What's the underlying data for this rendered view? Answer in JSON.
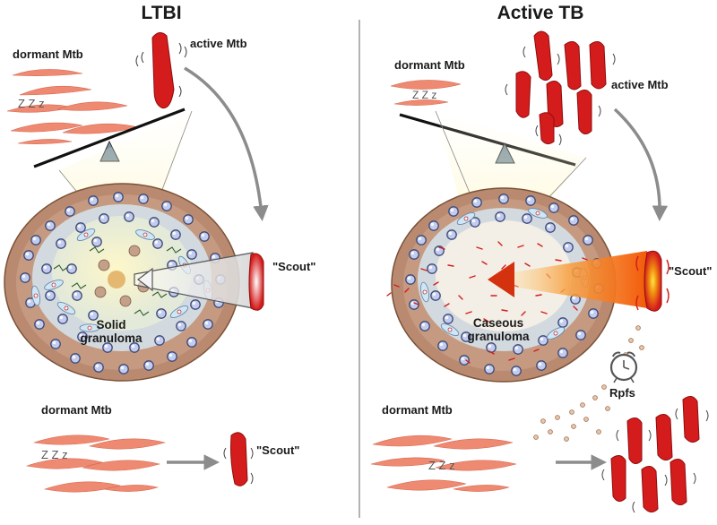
{
  "panels": {
    "left": {
      "title": "LTBI",
      "dormant_label": "dormant Mtb",
      "active_label": "active Mtb",
      "granuloma_line1": "Solid",
      "granuloma_line2": "granuloma",
      "scout_label": "\"Scout\"",
      "bottom_dormant_label": "dormant Mtb",
      "bottom_scout_label": "\"Scout\"",
      "zzz": "Z Z z",
      "bottom_zzz": "Z Z z"
    },
    "right": {
      "title": "Active TB",
      "dormant_label": "dormant Mtb",
      "active_label": "active Mtb",
      "granuloma_line1": "Caseous",
      "granuloma_line2": "granuloma",
      "scout_label": "\"Scout\"",
      "rpfs_label": "Rpfs",
      "bottom_dormant_label": "dormant Mtb",
      "zzz": "Z Z z",
      "bottom_zzz": "Z Z z"
    }
  },
  "colors": {
    "dormant_bacillus": "#ef8a72",
    "active_bacillus": "#d41c1c",
    "granuloma_tissue": "#b98a70",
    "macrophage": "#b8c4e8",
    "fulcrum": "#7f96a6",
    "arrow_gray": "#8c8c8c",
    "divider": "#9a9a9a",
    "rpf_dots": "#c49a7c"
  }
}
